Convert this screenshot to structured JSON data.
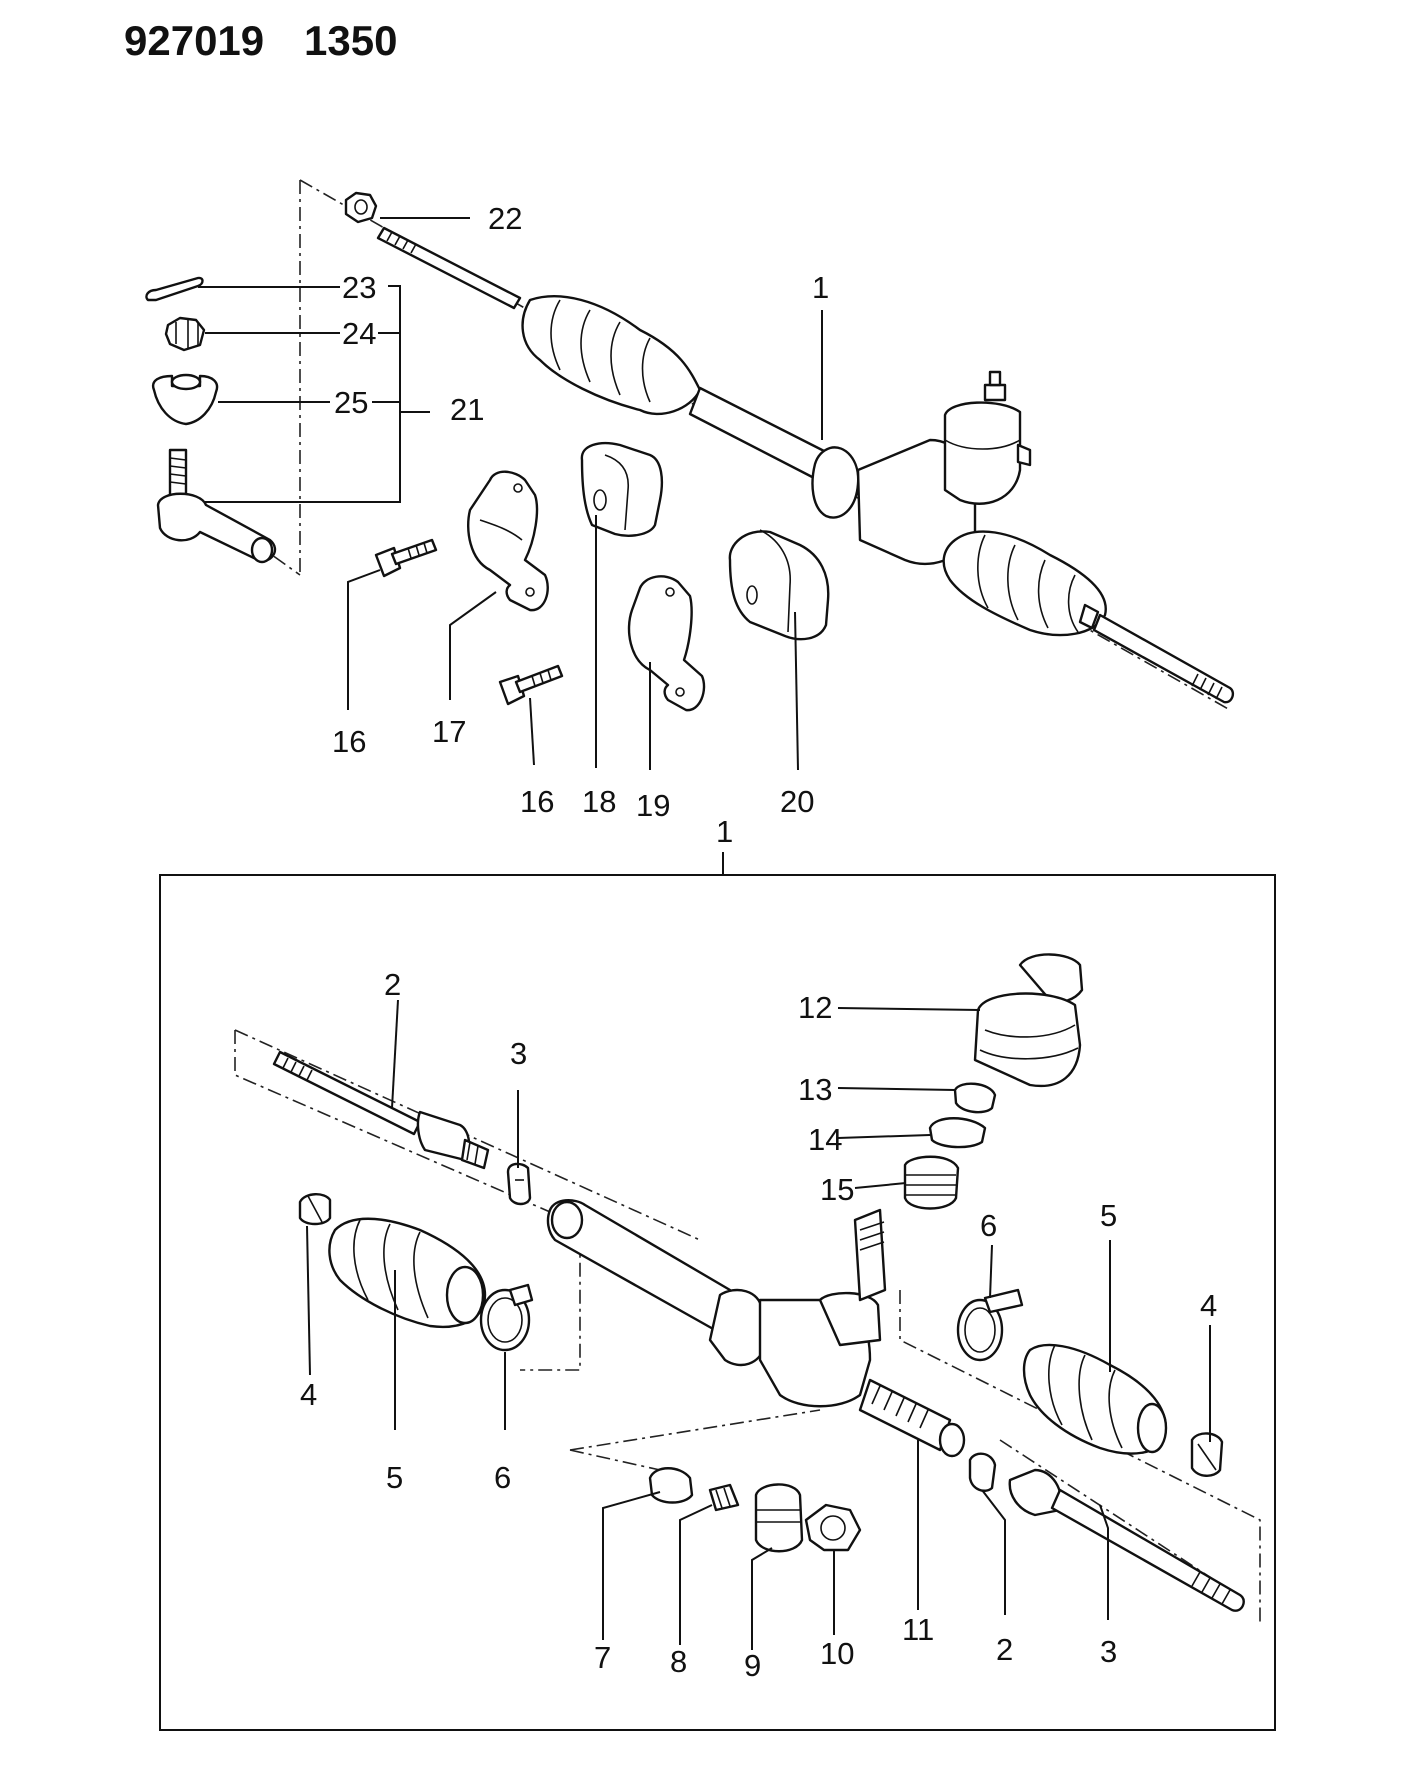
{
  "header": {
    "code": "927019",
    "page": "1350"
  },
  "callouts": {
    "c1a": "1",
    "c1b": "1",
    "c2a": "2",
    "c2b": "2",
    "c3a": "3",
    "c3b": "3",
    "c4a": "4",
    "c4b": "4",
    "c5a": "5",
    "c5b": "5",
    "c6a": "6",
    "c6b": "6",
    "c7": "7",
    "c8": "8",
    "c9": "9",
    "c10": "10",
    "c11": "11",
    "c12": "12",
    "c13": "13",
    "c14": "14",
    "c15": "15",
    "c16a": "16",
    "c16b": "16",
    "c17": "17",
    "c18": "18",
    "c19": "19",
    "c20": "20",
    "c21": "21",
    "c22": "22",
    "c23": "23",
    "c24": "24",
    "c25": "25"
  }
}
